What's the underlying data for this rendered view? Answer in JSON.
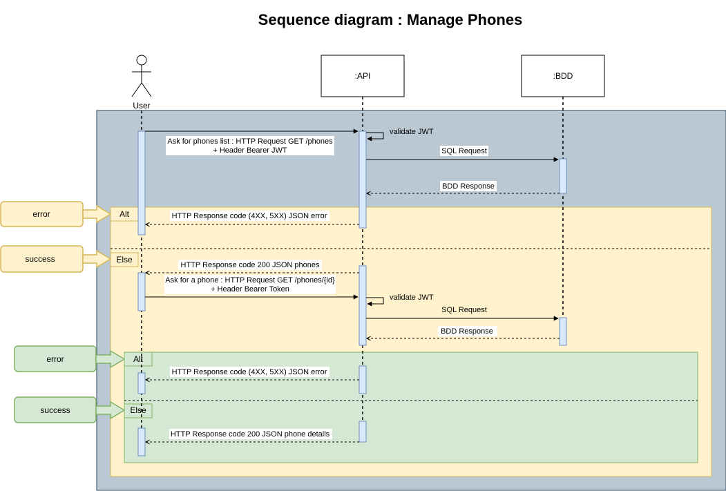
{
  "title": "Sequence diagram : Manage Phones",
  "participants": {
    "user": "User",
    "api": ":API",
    "bdd": ":BDD"
  },
  "messages": {
    "ask_list_1": "Ask for phones list : HTTP Request GET /phones",
    "ask_list_2": "+ Header Bearer JWT",
    "validate_jwt_1": "validate JWT",
    "sql_request_1": "SQL Request",
    "bdd_response_1": "BDD Response",
    "error_list": "HTTP Response code (4XX, 5XX) JSON error",
    "success_list": "HTTP Response code 200 JSON phones",
    "ask_phone_1": "Ask for a phone : HTTP Request GET /phones/{id}",
    "ask_phone_2": "+ Header Bearer Token",
    "validate_jwt_2": "validate JWT",
    "sql_request_2": "SQL Request",
    "bdd_response_2": "BDD Response",
    "error_phone": "HTTP Response code (4XX, 5XX) JSON error",
    "success_phone": "HTTP Response code 200 JSON phone details"
  },
  "fragments": {
    "outer_alt": "Alt",
    "outer_else": "Else",
    "inner_alt": "Alt",
    "inner_else": "Else"
  },
  "callouts": {
    "outer_error": "error",
    "outer_success": "success",
    "inner_error": "error",
    "inner_success": "success"
  },
  "colors": {
    "outer_frame": "#bac8d3",
    "yellow_fill": "#fff2cc",
    "yellow_stroke": "#d6b656",
    "green_fill": "#d5e8d4",
    "green_stroke": "#82b366",
    "activation_fill": "#dae8fc",
    "activation_stroke": "#6c8ebf"
  }
}
